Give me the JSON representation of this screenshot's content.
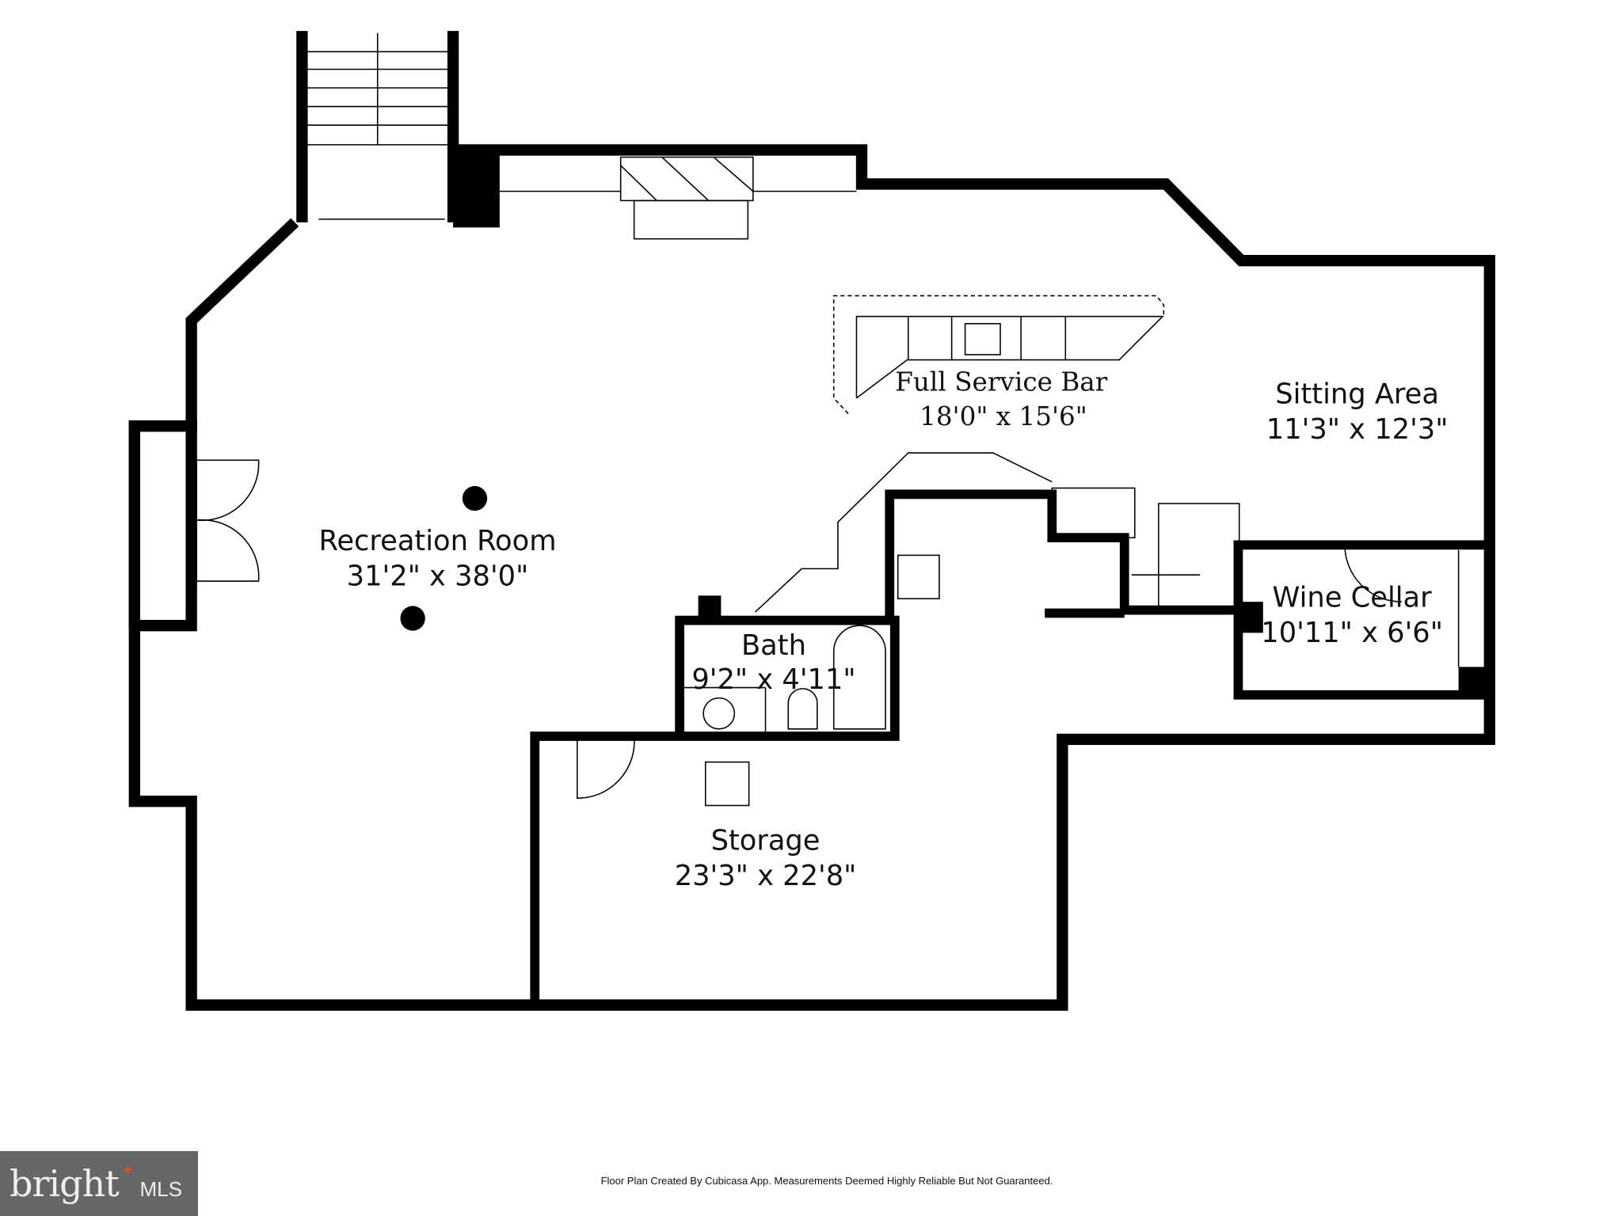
{
  "rooms": [
    {
      "name": "Recreation Room",
      "dims": "31'2\" x 38'0\""
    },
    {
      "name": "Full Service Bar",
      "dims": "18'0\" x 15'6\""
    },
    {
      "name": "Sitting Area",
      "dims": "11'3\" x 12'3\""
    },
    {
      "name": "Wine Cellar",
      "dims": "10'11\" x 6'6\""
    },
    {
      "name": "Bath",
      "dims": "9'2\" x 4'11\""
    },
    {
      "name": "Storage",
      "dims": "23'3\" x 22'8\""
    }
  ],
  "footer": "Floor Plan Created By Cubicasa App. Measurements Deemed Highly Reliable But Not Guaranteed.",
  "logo": {
    "brand": "bright",
    "suffix": "MLS"
  },
  "colors": {
    "wall": "#000000",
    "logo_bg": "#666666",
    "logo_accent": "#d0522a"
  }
}
